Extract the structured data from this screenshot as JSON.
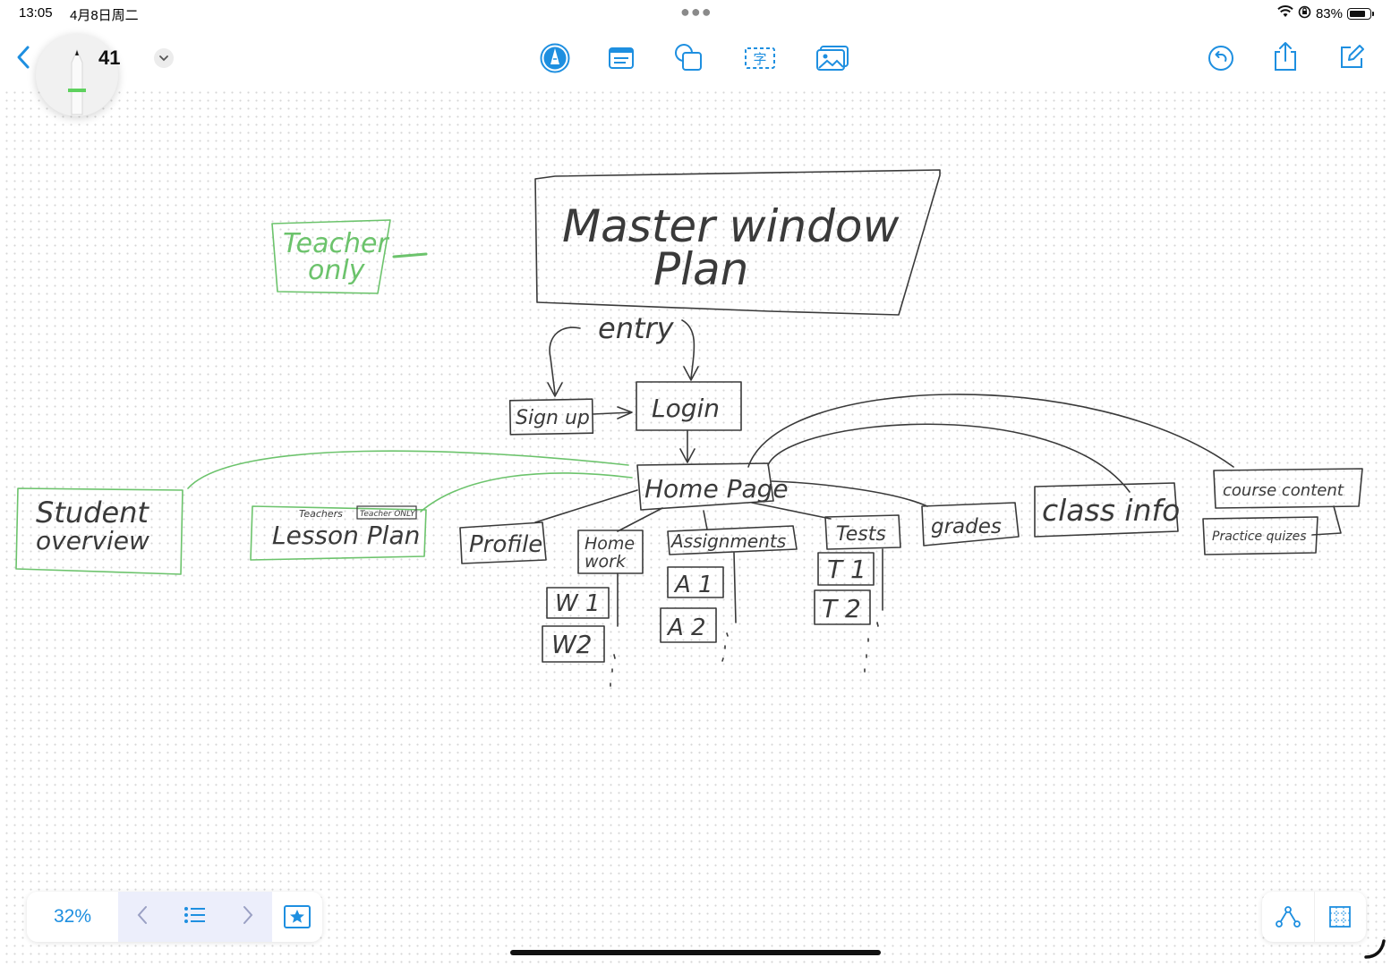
{
  "status_bar": {
    "time": "13:05",
    "date": "4月8日周二",
    "battery": "83%",
    "battery_level": 0.83,
    "icons": [
      "wifi-icon",
      "orientation-lock-icon",
      "battery-icon"
    ]
  },
  "toolbar": {
    "doc_title": "41",
    "left_icons": [
      "back-chevron-icon",
      "title-chevron-down-icon"
    ],
    "center_tools": [
      "pen-tool-icon",
      "sticky-note-icon",
      "shapes-icon",
      "text-box-icon",
      "media-icon"
    ],
    "right_icons": [
      "undo-icon",
      "share-icon",
      "new-board-icon"
    ],
    "accent_color": "#1e8fe0"
  },
  "board": {
    "title_lines": [
      "Master window",
      "Plan"
    ],
    "entry_label": "entry",
    "nodes": {
      "sign_up": "Sign up",
      "login": "Login",
      "home_page": "Home Page",
      "profile": "Profile",
      "homework": [
        "Home",
        "work"
      ],
      "w1": "W 1",
      "w2": "W2",
      "assignments": "Assignments",
      "a1": "A 1",
      "a2": "A 2",
      "tests": "Tests",
      "t1": "T 1",
      "t2": "T 2",
      "grades": "grades",
      "class_info": "class info",
      "course_content": "course content",
      "practice_quizzes": "Practice quizes",
      "student_overview": [
        "Student",
        "overview"
      ],
      "lesson_plan": "Lesson Plan",
      "teachers_label": "Teachers",
      "teacher_only_tag": "Teacher ONLY",
      "teacher_only_legend": [
        "Teacher",
        "only"
      ]
    },
    "ink_color": "#3a3a3a",
    "teacher_color": "#6cc36c"
  },
  "bottom_bar": {
    "zoom": "32%",
    "nav_icons": [
      "prev-scene-icon",
      "scene-list-icon",
      "next-scene-icon",
      "favorite-scenes-icon"
    ],
    "right_icons": [
      "connector-icon",
      "grid-icon"
    ]
  }
}
